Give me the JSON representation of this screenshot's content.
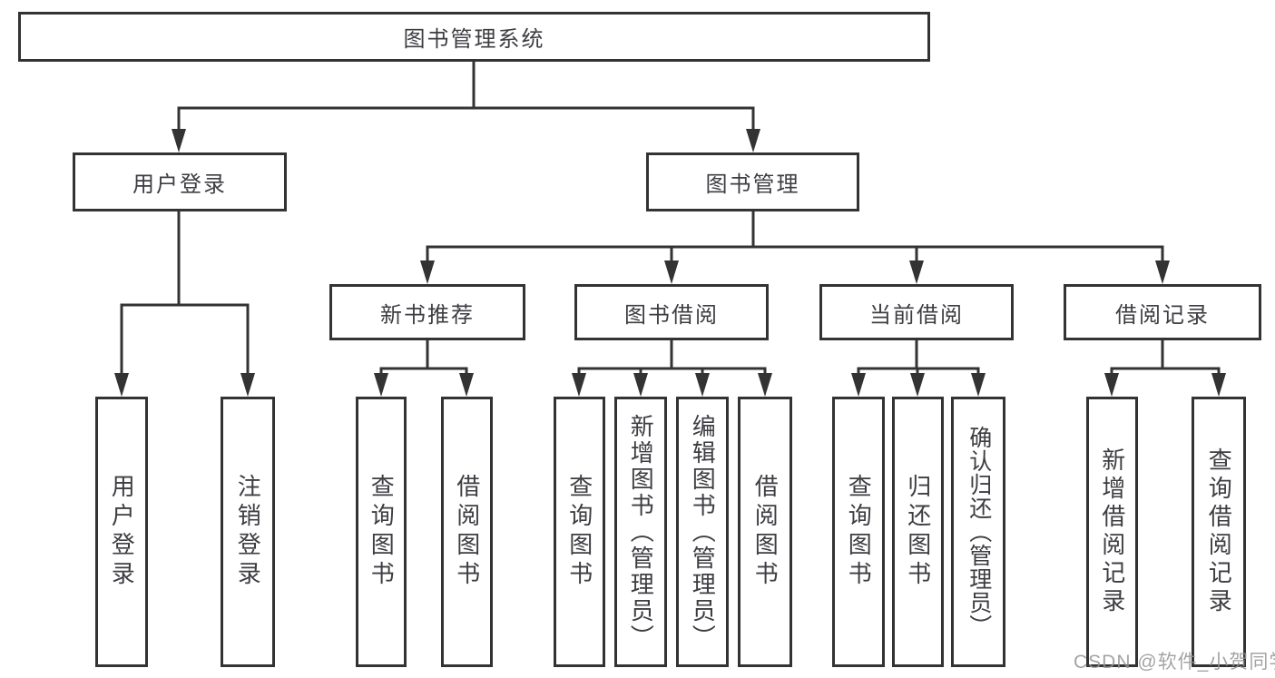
{
  "nodes": {
    "root": {
      "label": "图书管理系统"
    },
    "user_login": {
      "label": "用户登录"
    },
    "book_mgmt": {
      "label": "图书管理"
    },
    "new_book_rec": {
      "label": "新书推荐"
    },
    "book_borrow": {
      "label": "图书借阅"
    },
    "current_borrow": {
      "label": "当前借阅"
    },
    "borrow_records": {
      "label": "借阅记录"
    },
    "leaf_user_login": {
      "label": "用户登录"
    },
    "leaf_logout": {
      "label": "注销登录"
    },
    "leaf_rec_query": {
      "label": "查询图书"
    },
    "leaf_rec_borrow": {
      "label": "借阅图书"
    },
    "leaf_bb_query": {
      "label": "查询图书"
    },
    "leaf_bb_add": {
      "label": "新增图书（管理员）"
    },
    "leaf_bb_edit": {
      "label": "编辑图书（管理员）"
    },
    "leaf_bb_borrow": {
      "label": "借阅图书"
    },
    "leaf_cb_query": {
      "label": "查询图书"
    },
    "leaf_cb_return": {
      "label": "归还图书"
    },
    "leaf_cb_confirm": {
      "label": "确认归还（管理员）"
    },
    "leaf_br_add": {
      "label": "新增借阅记录"
    },
    "leaf_br_query": {
      "label": "查询借阅记录"
    }
  },
  "watermark": "CSDN @软件_小贺同学",
  "colors": {
    "line": "#333333",
    "text": "#3d3d42",
    "watermark": "#949494",
    "background": "#ffffff"
  }
}
